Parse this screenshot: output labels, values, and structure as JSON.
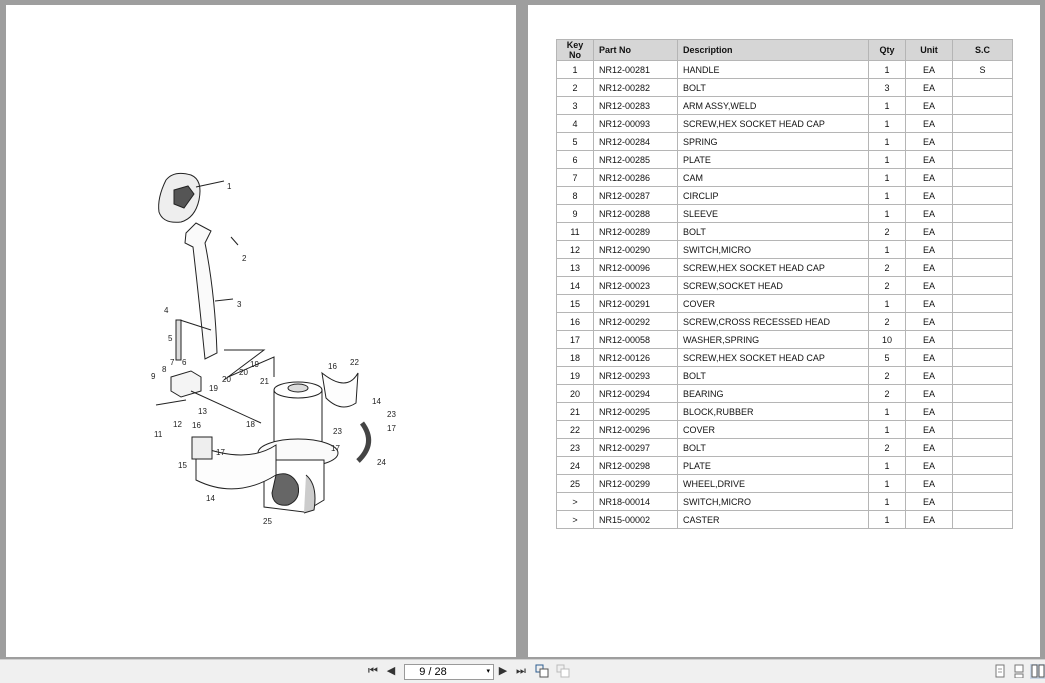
{
  "diagram": {
    "callouts": [
      "1",
      "2",
      "3",
      "4",
      "5",
      "6",
      "7",
      "8",
      "9",
      "11",
      "12",
      "13",
      "14",
      "14",
      "15",
      "16",
      "16",
      "17",
      "17",
      "17",
      "18",
      "19",
      "19",
      "20",
      "20",
      "21",
      "22",
      "23",
      "23",
      "24",
      "25"
    ]
  },
  "table": {
    "headers": [
      "Key No",
      "Part No",
      "Description",
      "Qty",
      "Unit",
      "S.C"
    ],
    "rows": [
      [
        "1",
        "NR12-00281",
        "HANDLE",
        "1",
        "EA",
        "S"
      ],
      [
        "2",
        "NR12-00282",
        "BOLT",
        "3",
        "EA",
        ""
      ],
      [
        "3",
        "NR12-00283",
        "ARM ASSY,WELD",
        "1",
        "EA",
        ""
      ],
      [
        "4",
        "NR12-00093",
        "SCREW,HEX SOCKET HEAD CAP",
        "1",
        "EA",
        ""
      ],
      [
        "5",
        "NR12-00284",
        "SPRING",
        "1",
        "EA",
        ""
      ],
      [
        "6",
        "NR12-00285",
        "PLATE",
        "1",
        "EA",
        ""
      ],
      [
        "7",
        "NR12-00286",
        "CAM",
        "1",
        "EA",
        ""
      ],
      [
        "8",
        "NR12-00287",
        "CIRCLIP",
        "1",
        "EA",
        ""
      ],
      [
        "9",
        "NR12-00288",
        "SLEEVE",
        "1",
        "EA",
        ""
      ],
      [
        "11",
        "NR12-00289",
        "BOLT",
        "2",
        "EA",
        ""
      ],
      [
        "12",
        "NR12-00290",
        "SWITCH,MICRO",
        "1",
        "EA",
        ""
      ],
      [
        "13",
        "NR12-00096",
        "SCREW,HEX SOCKET HEAD CAP",
        "2",
        "EA",
        ""
      ],
      [
        "14",
        "NR12-00023",
        "SCREW,SOCKET HEAD",
        "2",
        "EA",
        ""
      ],
      [
        "15",
        "NR12-00291",
        "COVER",
        "1",
        "EA",
        ""
      ],
      [
        "16",
        "NR12-00292",
        "SCREW,CROSS RECESSED HEAD",
        "2",
        "EA",
        ""
      ],
      [
        "17",
        "NR12-00058",
        "WASHER,SPRING",
        "10",
        "EA",
        ""
      ],
      [
        "18",
        "NR12-00126",
        "SCREW,HEX SOCKET HEAD CAP",
        "5",
        "EA",
        ""
      ],
      [
        "19",
        "NR12-00293",
        "BOLT",
        "2",
        "EA",
        ""
      ],
      [
        "20",
        "NR12-00294",
        "BEARING",
        "2",
        "EA",
        ""
      ],
      [
        "21",
        "NR12-00295",
        "BLOCK,RUBBER",
        "1",
        "EA",
        ""
      ],
      [
        "22",
        "NR12-00296",
        "COVER",
        "1",
        "EA",
        ""
      ],
      [
        "23",
        "NR12-00297",
        "BOLT",
        "2",
        "EA",
        ""
      ],
      [
        "24",
        "NR12-00298",
        "PLATE",
        "1",
        "EA",
        ""
      ],
      [
        "25",
        "NR12-00299",
        "WHEEL,DRIVE",
        "1",
        "EA",
        ""
      ],
      [
        ">",
        "NR18-00014",
        "SWITCH,MICRO",
        "1",
        "EA",
        ""
      ],
      [
        ">",
        "NR15-00002",
        "CASTER",
        "1",
        "EA",
        ""
      ]
    ]
  },
  "toolbar": {
    "first_page": "⏮",
    "prev_page": "◀",
    "page_value": "9 / 28",
    "dropdown_arrow": "▾",
    "next_page": "▶",
    "last_page": "⏭",
    "current_page": 9,
    "total_pages": 28
  }
}
